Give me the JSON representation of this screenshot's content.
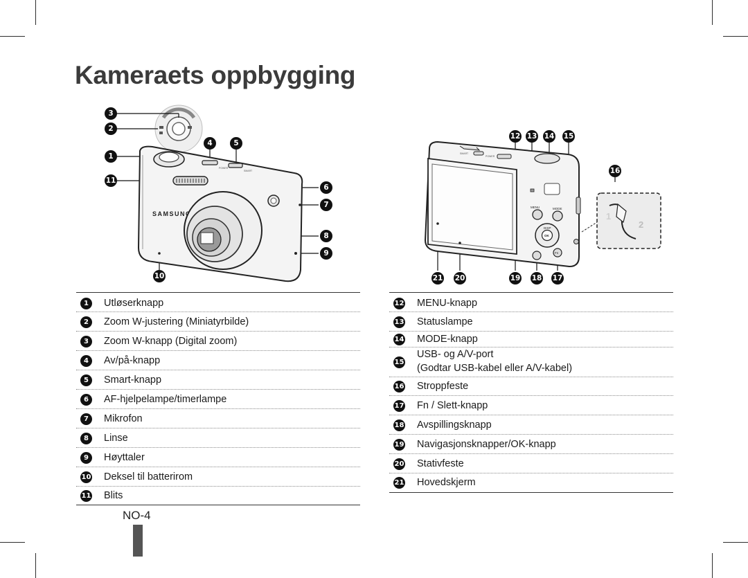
{
  "page_title": "Kameraets oppbygging",
  "front_callouts": [
    "3",
    "2",
    "1",
    "4",
    "5",
    "11",
    "6",
    "7",
    "8",
    "9",
    "10"
  ],
  "back_callouts": [
    "12",
    "13",
    "14",
    "15",
    "16",
    "21",
    "20",
    "19",
    "18",
    "17"
  ],
  "camera_front": {
    "brand_text": "SAMSUNG",
    "button_labels": [
      "SMART",
      "POWER"
    ]
  },
  "camera_back": {
    "button_labels": [
      "SMART",
      "POWER",
      "MENU",
      "MODE",
      "DISP",
      "OK",
      "Fn"
    ],
    "strap_steps": [
      "1",
      "2"
    ]
  },
  "legend_left": [
    {
      "num": "1",
      "label": "Utløserknapp"
    },
    {
      "num": "2",
      "label": "Zoom W-justering (Miniatyrbilde)"
    },
    {
      "num": "3",
      "label": "Zoom W-knapp (Digital zoom)"
    },
    {
      "num": "4",
      "label": "Av/på-knapp"
    },
    {
      "num": "5",
      "label": "Smart-knapp"
    },
    {
      "num": "6",
      "label": "AF-hjelpelampe/timerlampe"
    },
    {
      "num": "7",
      "label": "Mikrofon"
    },
    {
      "num": "8",
      "label": "Linse"
    },
    {
      "num": "9",
      "label": "Høyttaler"
    },
    {
      "num": "10",
      "label": "Deksel til batterirom"
    },
    {
      "num": "11",
      "label": "Blits"
    }
  ],
  "legend_right": [
    {
      "num": "12",
      "label": "MENU-knapp"
    },
    {
      "num": "13",
      "label": "Statuslampe"
    },
    {
      "num": "14",
      "label": "MODE-knapp"
    },
    {
      "num": "15",
      "label": "USB- og A/V-port",
      "label2": "(Godtar USB-kabel eller A/V-kabel)"
    },
    {
      "num": "16",
      "label": "Stroppfeste"
    },
    {
      "num": "17",
      "label": "Fn / Slett-knapp"
    },
    {
      "num": "18",
      "label": "Avspillingsknapp"
    },
    {
      "num": "19",
      "label": "Navigasjonsknapper/OK-knapp"
    },
    {
      "num": "20",
      "label": "Stativfeste"
    },
    {
      "num": "21",
      "label": "Hovedskjerm"
    }
  ],
  "page_number": "NO-4"
}
